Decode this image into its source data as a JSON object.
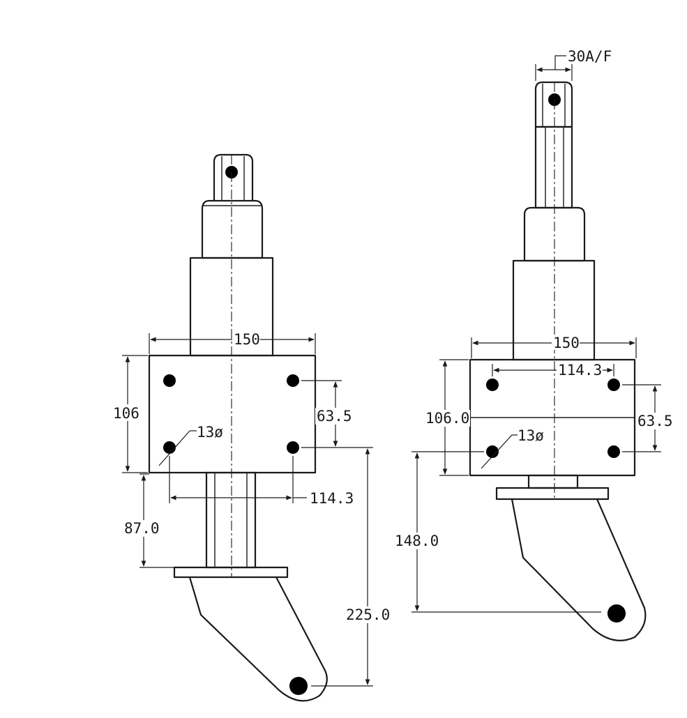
{
  "colors": {
    "line": "#1a1a1a",
    "paper": "#ffffff"
  },
  "left_view": {
    "width_label": "150",
    "height_label": "106",
    "hole_spacing_vertical_label": "63.5",
    "hole_diameter_label": "13ø",
    "hole_spacing_horizontal_label": "114.3",
    "flange_offset_label": "87.0",
    "overall_drop_label": "225.0"
  },
  "right_view": {
    "across_flats_label": "30A/F",
    "width_label": "150",
    "hole_spacing_horizontal_label": "114.3",
    "height_label": "106.0",
    "hole_spacing_vertical_label": "63.5",
    "hole_diameter_label": "13ø",
    "overall_drop_label": "148.0"
  }
}
